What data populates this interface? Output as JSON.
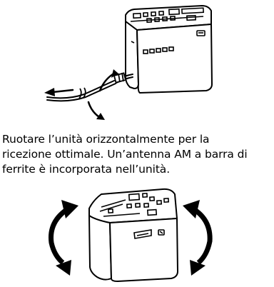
{
  "instruction": {
    "lines": [
      "Ruotare l’unità orizzontalmente per la",
      "ricezione ottimale. Un’antenna AM a barra di",
      "ferrite è incorporata nell’unità."
    ]
  },
  "illustrations": {
    "top": {
      "icon": "radio-cube-with-cable-icon"
    },
    "bottom": {
      "icon": "radio-cube-rotation-icon"
    }
  }
}
